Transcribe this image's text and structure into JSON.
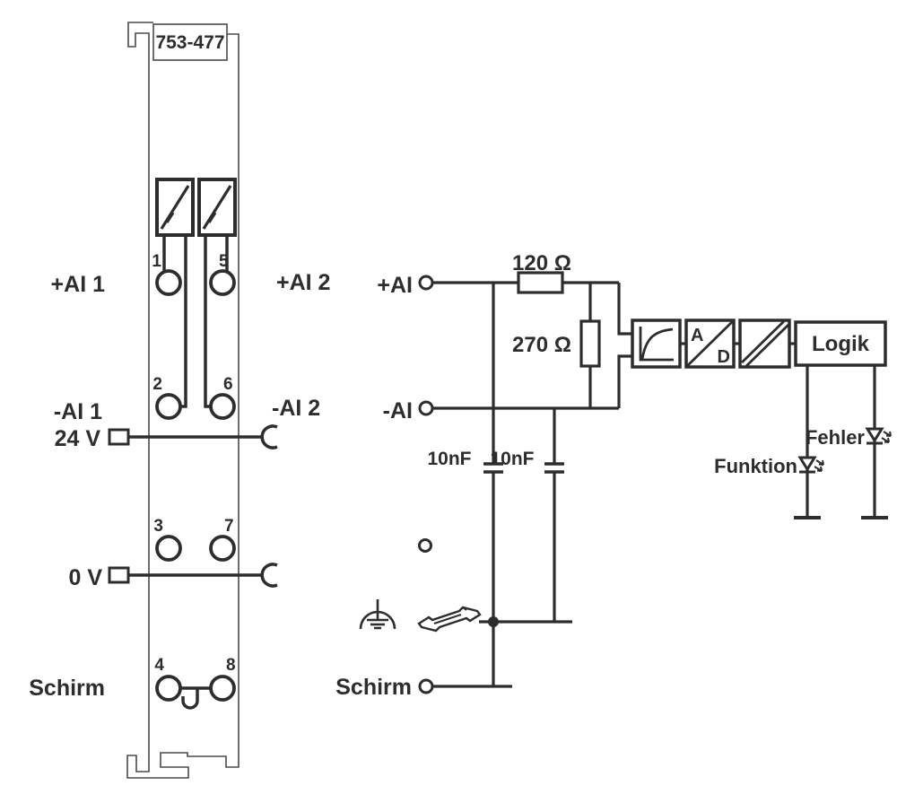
{
  "colors": {
    "ink": "#2d2d2d",
    "outline": "#4a4a4a",
    "background": "#ffffff"
  },
  "module": {
    "part_number": "753-477",
    "left_labels": {
      "ai1_pos": "+AI 1",
      "ai1_neg": "-AI 1",
      "v24": "24 V",
      "v0": "0 V",
      "shield": "Schirm"
    },
    "right_labels": {
      "ai2_pos": "+AI 2",
      "ai2_neg": "-AI 2"
    },
    "terminals": {
      "t1": "1",
      "t2": "2",
      "t3": "3",
      "t4": "4",
      "t5": "5",
      "t6": "6",
      "t7": "7",
      "t8": "8"
    }
  },
  "circuit": {
    "input_pos": "+AI",
    "input_neg": "-AI",
    "series_resistor": "120 Ω",
    "shunt_resistor": "270 Ω",
    "cap1": "10nF",
    "cap2": "10nF",
    "shield": "Schirm",
    "adc_top": "A",
    "adc_bottom": "D",
    "logic": "Logik",
    "led_error": "Fehler",
    "led_function": "Funktion"
  }
}
